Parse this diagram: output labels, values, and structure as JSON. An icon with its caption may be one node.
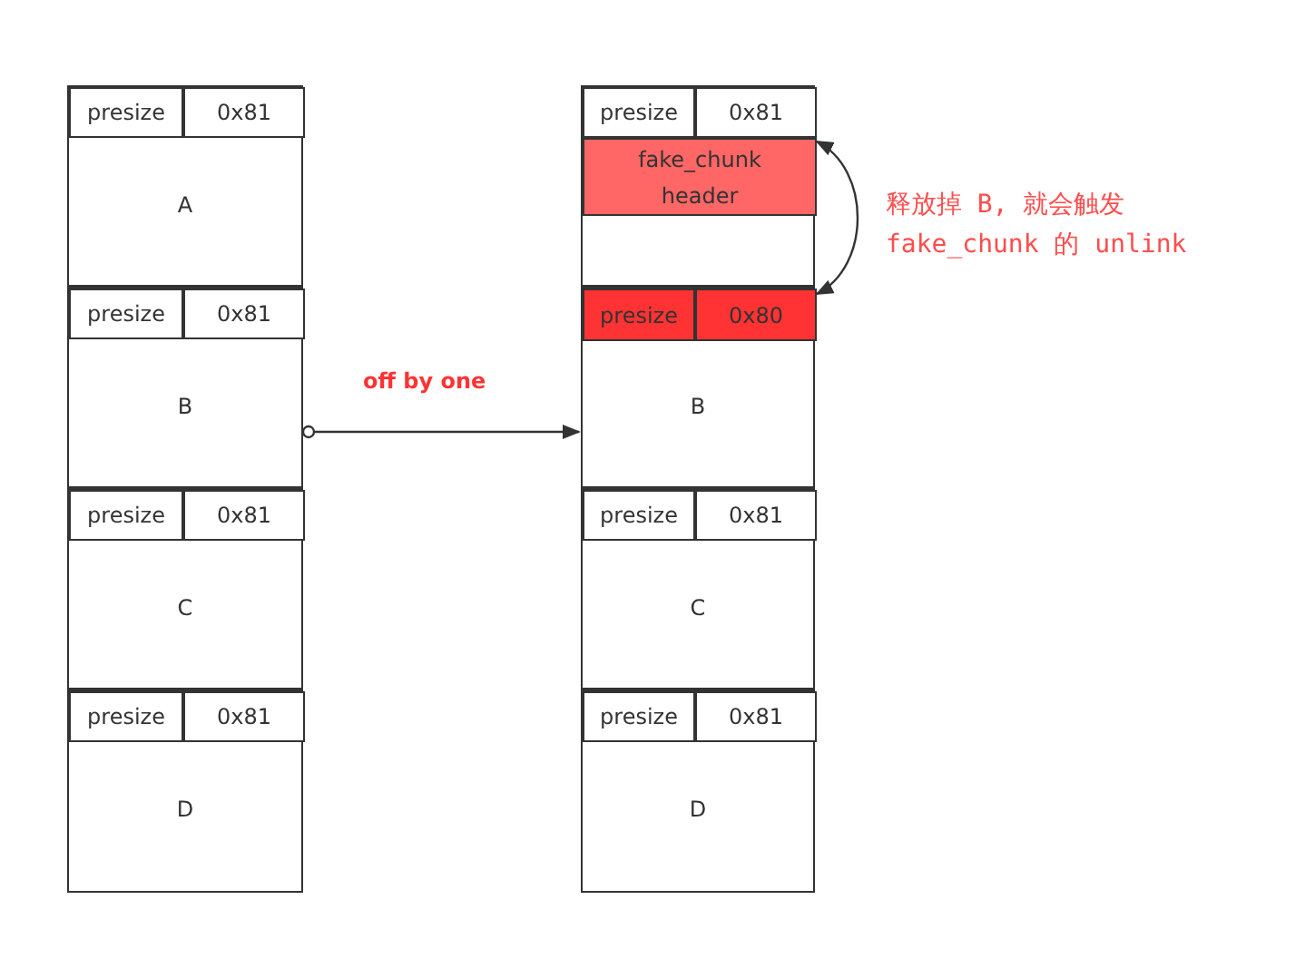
{
  "diagram": {
    "nodes": [
      {
        "text": [
          "A"
        ]
      },
      {
        "text": [
          "presize"
        ],
        "in": 0
      },
      {
        "text": [
          "0x81"
        ],
        "in": 0
      },
      {
        "text": [
          "B"
        ]
      },
      {
        "text": [
          "presize"
        ],
        "in": 3
      },
      {
        "text": [
          "0x81"
        ],
        "in": 3
      },
      {
        "text": [
          "C"
        ]
      },
      {
        "text": [
          "presize"
        ],
        "in": 6
      },
      {
        "text": [
          "0x81"
        ],
        "in": 6
      },
      {
        "text": [
          "D"
        ]
      },
      {
        "text": [
          "presize"
        ],
        "in": 9
      },
      {
        "text": [
          "0x81"
        ],
        "in": 9
      },
      {
        "text": [],
        "shape": "box"
      },
      {
        "text": [
          "presize"
        ],
        "in": 12
      },
      {
        "text": [
          "0x81"
        ],
        "in": 12
      },
      {
        "text": [
          "fake_chunk header"
        ],
        "in": 12
      },
      {
        "text": [
          "B"
        ]
      },
      {
        "text": [
          "presize"
        ],
        "in": 16
      },
      {
        "text": [
          "0x80"
        ],
        "in": 16
      },
      {
        "text": [
          "C"
        ]
      },
      {
        "text": [
          "presize"
        ],
        "in": 19
      },
      {
        "text": [
          "0x81"
        ],
        "in": 19
      },
      {
        "text": [
          "D"
        ]
      },
      {
        "text": [
          "presize"
        ],
        "in": 22
      },
      {
        "text": [
          "0x81"
        ],
        "in": 22
      }
    ],
    "edges": [
      {
        "from": 3,
        "to": 16,
        "arrow": "to",
        "label": "off by one"
      },
      {
        "from": 15,
        "to": 18,
        "arrow": "both",
        "label": "释放掉 B, 就会触发 fake_chunk 的 unlink"
      }
    ]
  }
}
